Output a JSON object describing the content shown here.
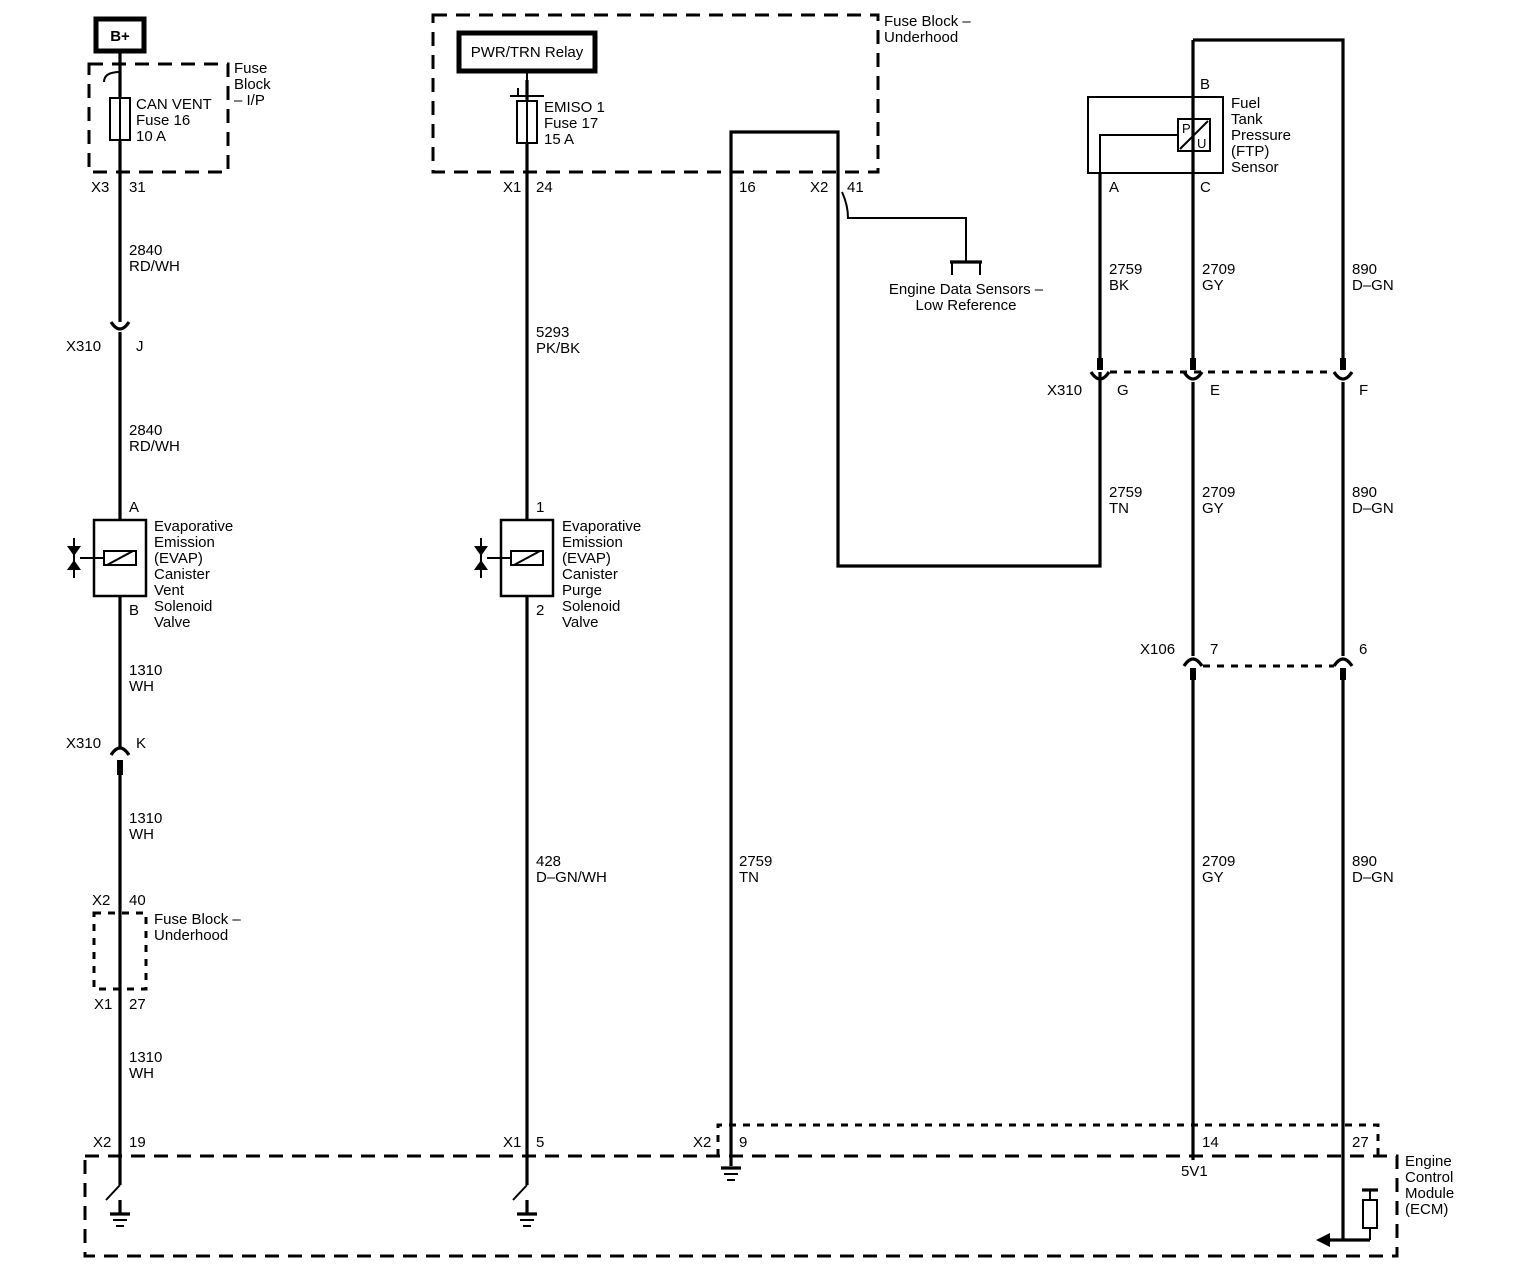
{
  "power": {
    "bplus": "B+",
    "pwr_trn_relay": "PWR/TRN Relay"
  },
  "fuse_block_ip": {
    "title": [
      "Fuse",
      "Block",
      "– I/P"
    ],
    "fuse": [
      "CAN VENT",
      "Fuse 16",
      "10 A"
    ],
    "conn": "X3",
    "pin": "31"
  },
  "fuse_block_uh_top": {
    "title": [
      "Fuse Block –",
      "Underhood"
    ],
    "fuse": [
      "EMISO 1",
      "Fuse 17",
      "15 A"
    ],
    "x1": "X1",
    "x1_pin": "24",
    "pin16": "16",
    "x2": "X2",
    "x2_pin": "41"
  },
  "engine_data_sensors": [
    "Engine Data Sensors –",
    "Low Reference"
  ],
  "ftp_sensor": {
    "title": [
      "Fuel",
      "Tank",
      "Pressure",
      "(FTP)",
      "Sensor"
    ],
    "pin_a": "A",
    "pin_b": "B",
    "pin_c": "C",
    "p": "P",
    "u": "U"
  },
  "wires": {
    "w2840a": [
      "2840",
      "RD/WH"
    ],
    "w2840b": [
      "2840",
      "RD/WH"
    ],
    "w5293": [
      "5293",
      "PK/BK"
    ],
    "w1310a": [
      "1310",
      "WH"
    ],
    "w1310b": [
      "1310",
      "WH"
    ],
    "w1310c": [
      "1310",
      "WH"
    ],
    "w428": [
      "428",
      "D–GN/WH"
    ],
    "w2759bk": [
      "2759",
      "BK"
    ],
    "w2759tn_a": [
      "2759",
      "TN"
    ],
    "w2759tn_b": [
      "2759",
      "TN"
    ],
    "w2709a": [
      "2709",
      "GY"
    ],
    "w2709b": [
      "2709",
      "GY"
    ],
    "w2709c": [
      "2709",
      "GY"
    ],
    "w890a": [
      "890",
      "D–GN"
    ],
    "w890b": [
      "890",
      "D–GN"
    ],
    "w890c": [
      "890",
      "D–GN"
    ]
  },
  "connectors": {
    "x310_j": {
      "name": "X310",
      "pin": "J"
    },
    "x310_k": {
      "name": "X310",
      "pin": "K"
    },
    "x310_g": {
      "name": "X310",
      "pin": "G"
    },
    "x310_e": "E",
    "x310_f": "F",
    "x106_7": {
      "name": "X106",
      "pin": "7"
    },
    "x106_6": "6"
  },
  "vent_solenoid": {
    "title": [
      "Evaporative",
      "Emission",
      "(EVAP)",
      "Canister",
      "Vent",
      "Solenoid",
      "Valve"
    ],
    "pin_a": "A",
    "pin_b": "B"
  },
  "purge_solenoid": {
    "title": [
      "Evaporative",
      "Emission",
      "(EVAP)",
      "Canister",
      "Purge",
      "Solenoid",
      "Valve"
    ],
    "pin_1": "1",
    "pin_2": "2"
  },
  "fuse_block_uh_bottom": {
    "title": [
      "Fuse Block –",
      "Underhood"
    ],
    "x2": "X2",
    "x2_pin": "40",
    "x1": "X1",
    "x1_pin": "27"
  },
  "ecm": {
    "title": [
      "Engine",
      "Control",
      "Module",
      "(ECM)"
    ],
    "x2a": "X2",
    "pin19": "19",
    "x1": "X1",
    "pin5": "5",
    "x2b": "X2",
    "pin9": "9",
    "pin14": "14",
    "pin27": "27",
    "ref": "5V1"
  }
}
